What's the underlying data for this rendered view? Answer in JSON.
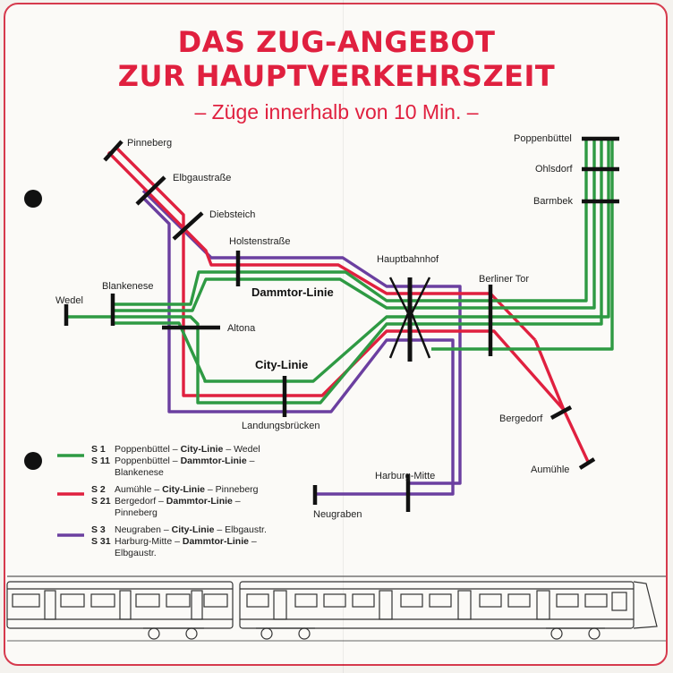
{
  "title": {
    "line1": "DAS ZUG-ANGEBOT",
    "line2": "ZUR HAUPTVERKEHRSZEIT",
    "subtitle": "– Züge innerhalb von 10 Min. –"
  },
  "colors": {
    "green": "#2e9a43",
    "red": "#e0203f",
    "purple": "#6b3fa0",
    "accent": "#e0203f"
  },
  "stations": {
    "pinneberg": "Pinneberg",
    "elbgaustrasse": "Elbgaustraße",
    "diebsteich": "Diebsteich",
    "holstenstrasse": "Holstenstraße",
    "blankenese": "Blankenese",
    "wedel": "Wedel",
    "altona": "Altona",
    "hauptbahnhof": "Hauptbahnhof",
    "berliner_tor": "Berliner Tor",
    "poppenbuettel": "Poppenbüttel",
    "ohlsdorf": "Ohlsdorf",
    "barmbek": "Barmbek",
    "bergedorf": "Bergedorf",
    "aumuehle": "Aumühle",
    "landungsbruecken": "Landungsbrücken",
    "harburg_mitte": "Harburg-Mitte",
    "neugraben": "Neugraben"
  },
  "lines": {
    "dammtor": "Dammtor-Linie",
    "city": "City-Linie"
  },
  "legend": [
    {
      "color": "green",
      "rows": [
        {
          "id": "S 1",
          "pre": "Poppenbüttel – ",
          "bold": "City-Linie",
          "post": " – Wedel",
          "cont": ""
        },
        {
          "id": "S 11",
          "pre": "Poppenbüttel – ",
          "bold": "Dammtor-Linie",
          "post": " –",
          "cont": "Blankenese"
        }
      ]
    },
    {
      "color": "red",
      "rows": [
        {
          "id": "S 2",
          "pre": "Aumühle – ",
          "bold": "City-Linie",
          "post": " – Pinneberg",
          "cont": ""
        },
        {
          "id": "S 21",
          "pre": "Bergedorf – ",
          "bold": "Dammtor-Linie",
          "post": " –",
          "cont": "Pinneberg"
        }
      ]
    },
    {
      "color": "purple",
      "rows": [
        {
          "id": "S 3",
          "pre": "Neugraben – ",
          "bold": "City-Linie",
          "post": " – Elbgaustr.",
          "cont": ""
        },
        {
          "id": "S 31",
          "pre": "Harburg-Mitte – ",
          "bold": "Dammtor-Linie",
          "post": " –",
          "cont": "Elbgaustr."
        }
      ]
    }
  ]
}
